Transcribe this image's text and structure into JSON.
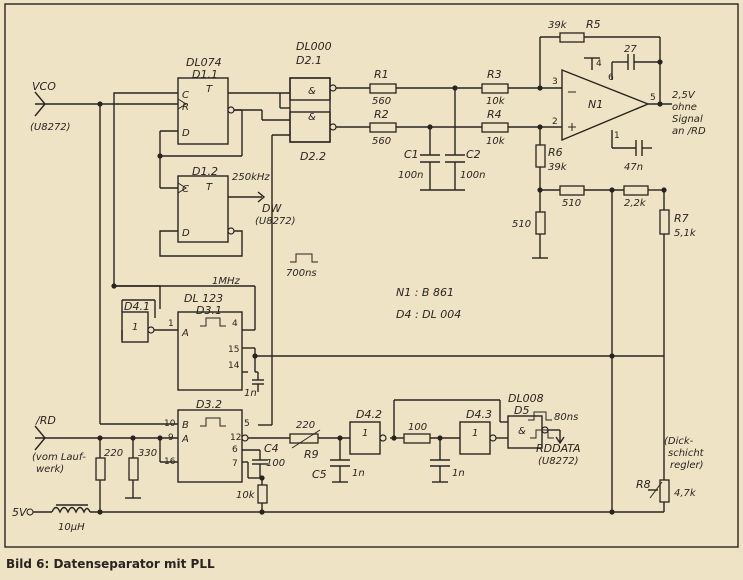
{
  "caption": "Bild 6: Datenseparator mit PLL",
  "labels": {
    "vco": "VCO",
    "vco_chip": "(U8272)",
    "dl074": "DL074",
    "d11": "D1.1",
    "d12": "D1.2",
    "f250khz": "250kHz",
    "dw": "DW",
    "dw_chip": "(U8272)",
    "dl000": "DL000",
    "d21": "D2.1",
    "d22": "D2.2",
    "amp": "&",
    "r1": "R1",
    "r1_val": "560",
    "r2": "R2",
    "r2_val": "560",
    "r3": "R3",
    "r3_val": "10k",
    "r4": "R4",
    "r4_val": "10k",
    "c1": "C1",
    "c1_val": "100n",
    "c2": "C2",
    "c2_val": "100n",
    "r5_val": "39k",
    "r5": "R5",
    "c27": "27",
    "pin1": "1",
    "pin2": "2",
    "pin3": "3",
    "pin4": "4",
    "pin5": "5",
    "pin6": "6",
    "pin7": "7",
    "pin9": "9",
    "pin10": "10",
    "pin12": "12",
    "pin14": "14",
    "pin15": "15",
    "pin16": "16",
    "n1": "N1",
    "v25": "2,5V",
    "ohne": "ohne",
    "signal": "Signal",
    "an_rd": "an /RD",
    "r6": "R6",
    "r6_val": "39k",
    "c47n": "47n",
    "r510": "510",
    "r22k": "2,2k",
    "r7": "R7",
    "r7_val": "5,1k",
    "ns700": "700ns",
    "n1_type": "N1 : B 861",
    "d4_type": "D4 : DL 004",
    "f1mhz": "1MHz",
    "dl123": "DL 123",
    "d31": "D3.1",
    "d41": "D4.1",
    "one": "1",
    "a": "A",
    "b": "B",
    "c1n": "1n",
    "d32": "D3.2",
    "c4": "C4",
    "c4_val": "100",
    "r10k": "10k",
    "rd": "/RD",
    "vom_lauf": "(vom Lauf-",
    "werk": "werk)",
    "r220": "220",
    "r330": "330",
    "v5": "5V",
    "l10uh": "10μH",
    "r9": "R9",
    "c5": "C5",
    "d42": "D4.2",
    "r100": "100",
    "d43": "D4.3",
    "dl008": "DL008",
    "d5": "D5",
    "ns80": "80ns",
    "rddata": "RDDATA",
    "dick": "(Dick-",
    "schicht": "schicht",
    "regler": "regler)",
    "r8": "R8",
    "r8_val": "4,7k",
    "t": "T",
    "c": "C",
    "r": "R",
    "d": "D"
  }
}
